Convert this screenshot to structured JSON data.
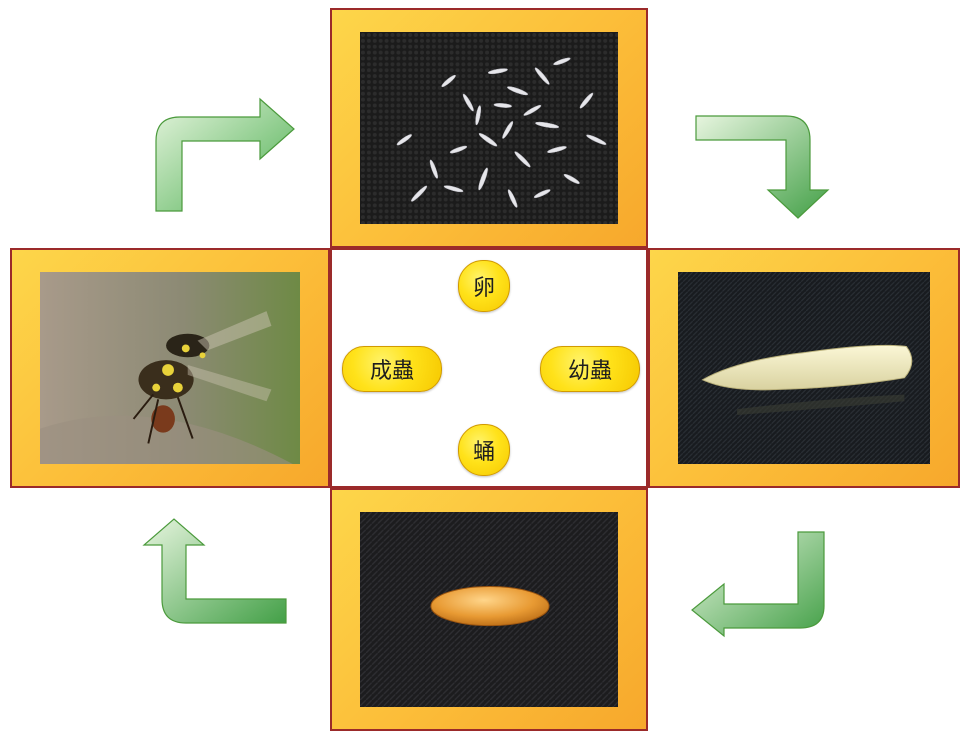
{
  "stages": {
    "egg": "卵",
    "larva": "幼蟲",
    "pupa": "蛹",
    "adult": "成蟲"
  },
  "colors": {
    "frame_border": "#9b2a2a",
    "frame_fill": "#fcbf3a",
    "badge_fill": "#ffe21a",
    "arrow_green": "#5cb85c"
  }
}
